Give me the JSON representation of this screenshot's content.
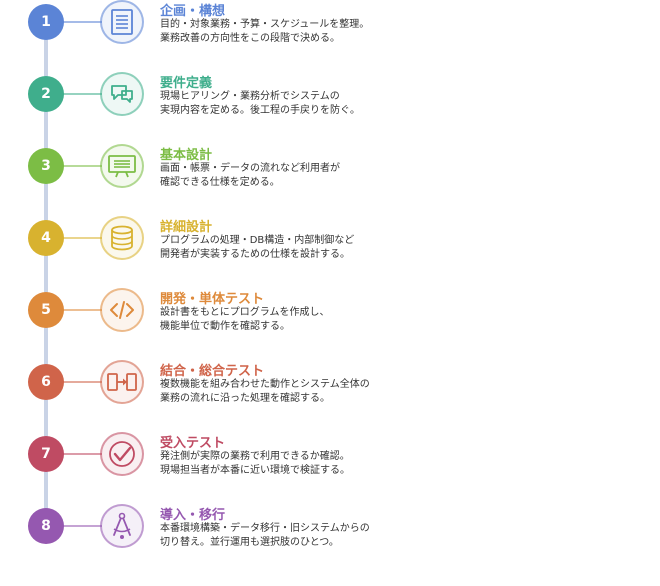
{
  "steps": [
    {
      "num": "1",
      "title": "企画・構想",
      "lines": [
        "目的・対象業務・予算・スケジュールを整理。",
        "業務改善の方向性をこの段階で決める。"
      ],
      "color": "#5b84d6",
      "icon": "document-icon"
    },
    {
      "num": "2",
      "title": "要件定義",
      "lines": [
        "現場ヒアリング・業務分析でシステムの",
        "実現内容を定める。後工程の手戻りを防ぐ。"
      ],
      "color": "#3fae8c",
      "icon": "chat-bubbles-icon"
    },
    {
      "num": "3",
      "title": "基本設計",
      "lines": [
        "画面・帳票・データの流れなど利用者が",
        "確認できる仕様を定める。"
      ],
      "color": "#7cbd45",
      "icon": "monitor-icon"
    },
    {
      "num": "4",
      "title": "詳細設計",
      "lines": [
        "プログラムの処理・DB構造・内部制御など",
        "開発者が実装するための仕様を設計する。"
      ],
      "color": "#d8b22f",
      "icon": "database-icon"
    },
    {
      "num": "5",
      "title": "開発・単体テスト",
      "lines": [
        "設計書をもとにプログラムを作成し、",
        "機能単位で動作を確認する。"
      ],
      "color": "#de8a3b",
      "icon": "code-icon"
    },
    {
      "num": "6",
      "title": "結合・総合テスト",
      "lines": [
        "複数機能を組み合わせた動作とシステム全体の",
        "業務の流れに沿った処理を確認する。"
      ],
      "color": "#d0644a",
      "icon": "link-icon"
    },
    {
      "num": "7",
      "title": "受入テスト",
      "lines": [
        "発注側が実際の業務で利用できるか確認。",
        "現場担当者が本番に近い環境で検証する。"
      ],
      "color": "#bf4b63",
      "icon": "checkmark-icon"
    },
    {
      "num": "8",
      "title": "導入・移行",
      "lines": [
        "本番環境構築・データ移行・旧システムからの",
        "切り替え。並行運用も選択肢のひとつ。"
      ],
      "color": "#9558b0",
      "icon": "compass-icon"
    }
  ]
}
